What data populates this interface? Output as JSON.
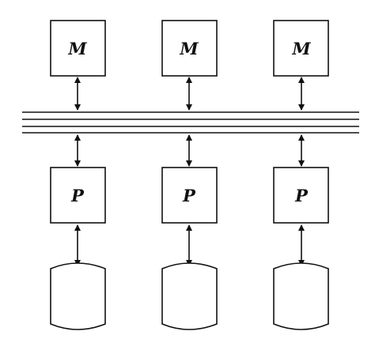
{
  "labels": {
    "memory": "M",
    "processor": "P"
  },
  "columns": [
    {
      "id": "col-1",
      "memory_label": "M",
      "processor_label": "P"
    },
    {
      "id": "col-2",
      "memory_label": "M",
      "processor_label": "P"
    },
    {
      "id": "col-3",
      "memory_label": "M",
      "processor_label": "P"
    }
  ],
  "colors": {
    "stroke": "#111111",
    "background": "#ffffff"
  }
}
